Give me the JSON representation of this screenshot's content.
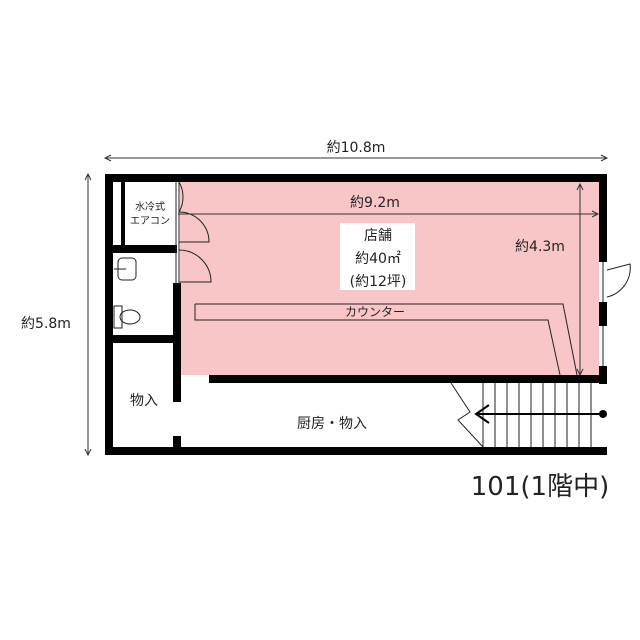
{
  "colors": {
    "shop_fill": "#f9c6c8",
    "wall": "#000000"
  },
  "dimensions": {
    "overall_width": "約10.8m",
    "overall_depth": "約5.8m",
    "shop_width": "約9.2m",
    "shop_depth": "約4.3m"
  },
  "rooms": {
    "shop": {
      "name": "店舗",
      "area_m2": "約40㎡",
      "area_tsubo": "(約12坪)"
    },
    "counter": "カウンター",
    "aircon_line1": "水冷式",
    "aircon_line2": "エアコン",
    "storage": "物入",
    "kitchen": "厨房・物入"
  },
  "unit_label": "101(1階中)"
}
